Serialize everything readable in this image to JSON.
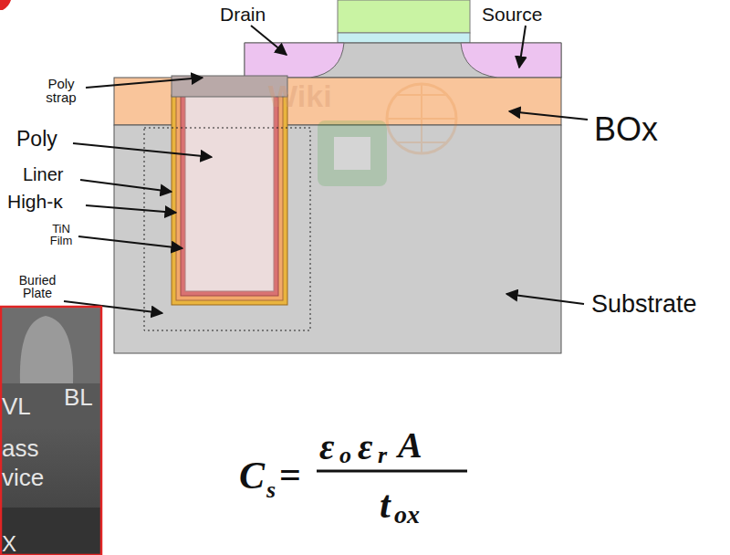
{
  "diagram": {
    "labels": [
      "Drain",
      "Source",
      "Poly strap",
      "Poly",
      "Liner",
      "High-κ",
      "TiN Film",
      "Buried Plate",
      "BOx",
      "Substrate",
      "Wiki",
      "VL",
      "BL",
      "ass",
      "vice",
      "X",
      "C",
      "s",
      "=",
      "ε",
      "o",
      "ε",
      "r",
      "A",
      "t",
      "ox"
    ]
  }
}
